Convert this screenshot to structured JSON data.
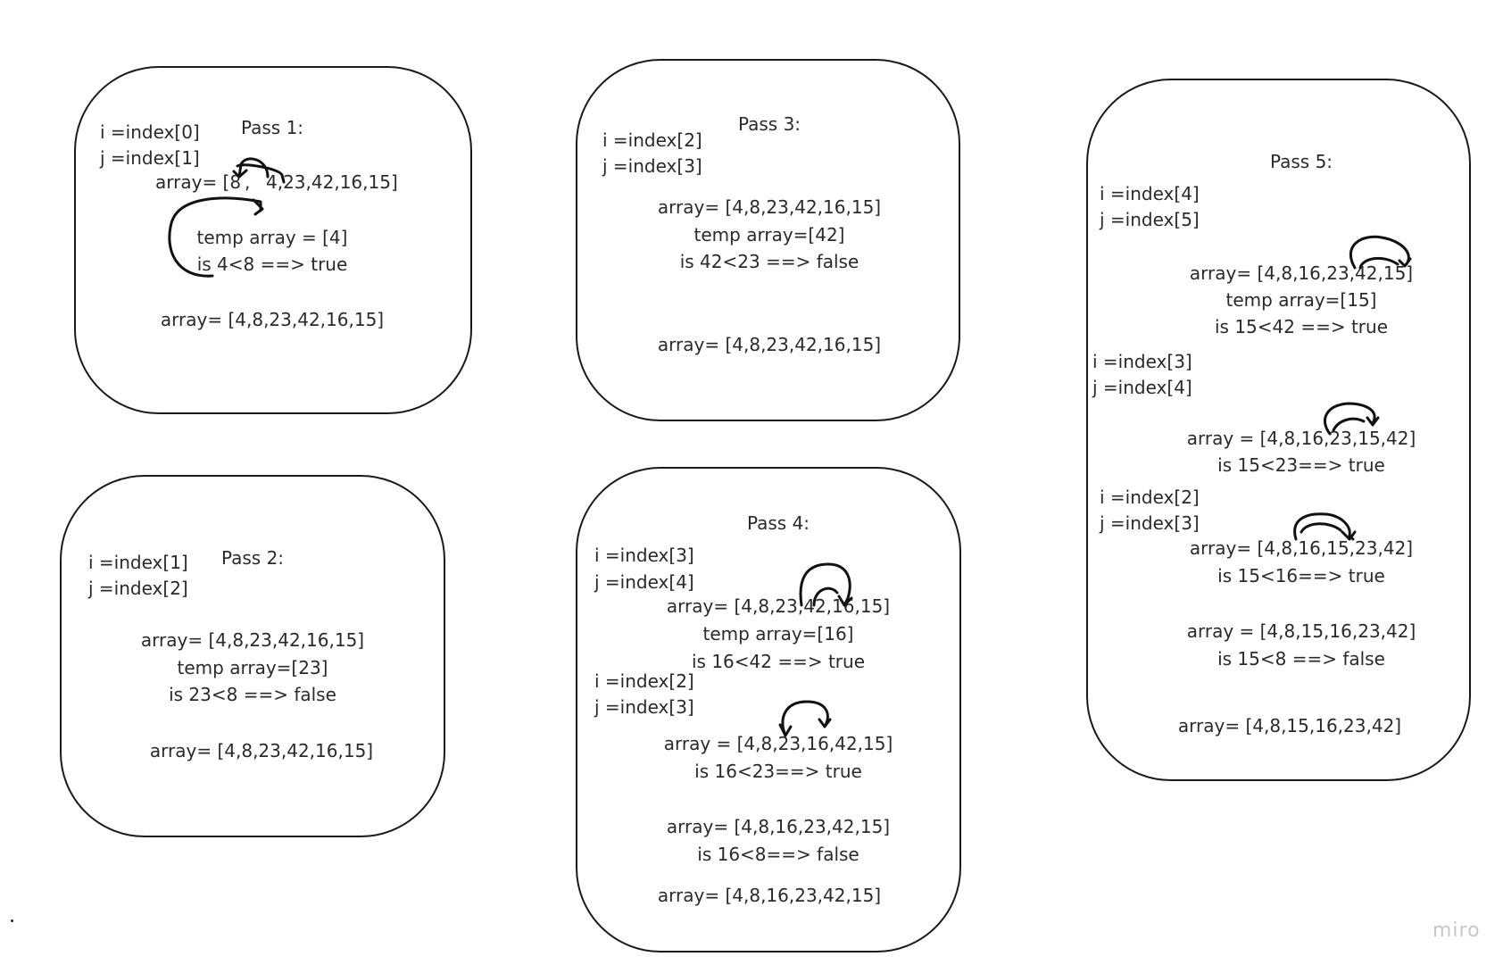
{
  "pass1": {
    "title": "Pass 1:",
    "i": "i =index[0]",
    "j": "j =index[1]",
    "array_before_a": "array= [8",
    "array_before_b": ",",
    "array_before_c": "4,23,42,16,15]",
    "temp": "temp array = [4]",
    "compare": "is 4<8 ==> true",
    "array_after": "array= [4,8,23,42,16,15]"
  },
  "pass2": {
    "title": "Pass 2:",
    "i": "i =index[1]",
    "j": "j =index[2]",
    "array_before": "array= [4,8,23,42,16,15]",
    "temp": "temp array=[23]",
    "compare": "is 23<8 ==> false",
    "array_after": "array= [4,8,23,42,16,15]"
  },
  "pass3": {
    "title": "Pass 3:",
    "i": "i =index[2]",
    "j": "j =index[3]",
    "array_before": "array= [4,8,23,42,16,15]",
    "temp": "temp array=[42]",
    "compare": "is 42<23 ==> false",
    "array_after": "array= [4,8,23,42,16,15]"
  },
  "pass4": {
    "title": "Pass 4:",
    "i1": "i =index[3]",
    "j1": "j =index[4]",
    "array1": "array= [4,8,23,42,16,15]",
    "temp": "temp array=[16]",
    "compare1": "is 16<42 ==> true",
    "i2": "i =index[2]",
    "j2": "j =index[3]",
    "array2": "array = [4,8,23,16,42,15]",
    "compare2": "is 16<23==> true",
    "array3": "array= [4,8,16,23,42,15]",
    "compare3": "is 16<8==> false",
    "array_after": "array= [4,8,16,23,42,15]"
  },
  "pass5": {
    "title": "Pass 5:",
    "i1": "i =index[4]",
    "j1": "j =index[5]",
    "array1": "array= [4,8,16,23,42,15]",
    "temp": "temp array=[15]",
    "compare1": "is 15<42 ==> true",
    "i2": "i =index[3]",
    "j2": "j =index[4]",
    "array2": "array = [4,8,16,23,15,42]",
    "compare2": "is 15<23==> true",
    "i3": "i =index[2]",
    "j3": "j =index[3]",
    "array3": "array= [4,8,16,15,23,42]",
    "compare3": "is 15<16==> true",
    "array4": "array = [4,8,15,16,23,42]",
    "compare4": "is 15<8 ==> false",
    "array_after": "array= [4,8,15,16,23,42]"
  },
  "brand": "miro"
}
